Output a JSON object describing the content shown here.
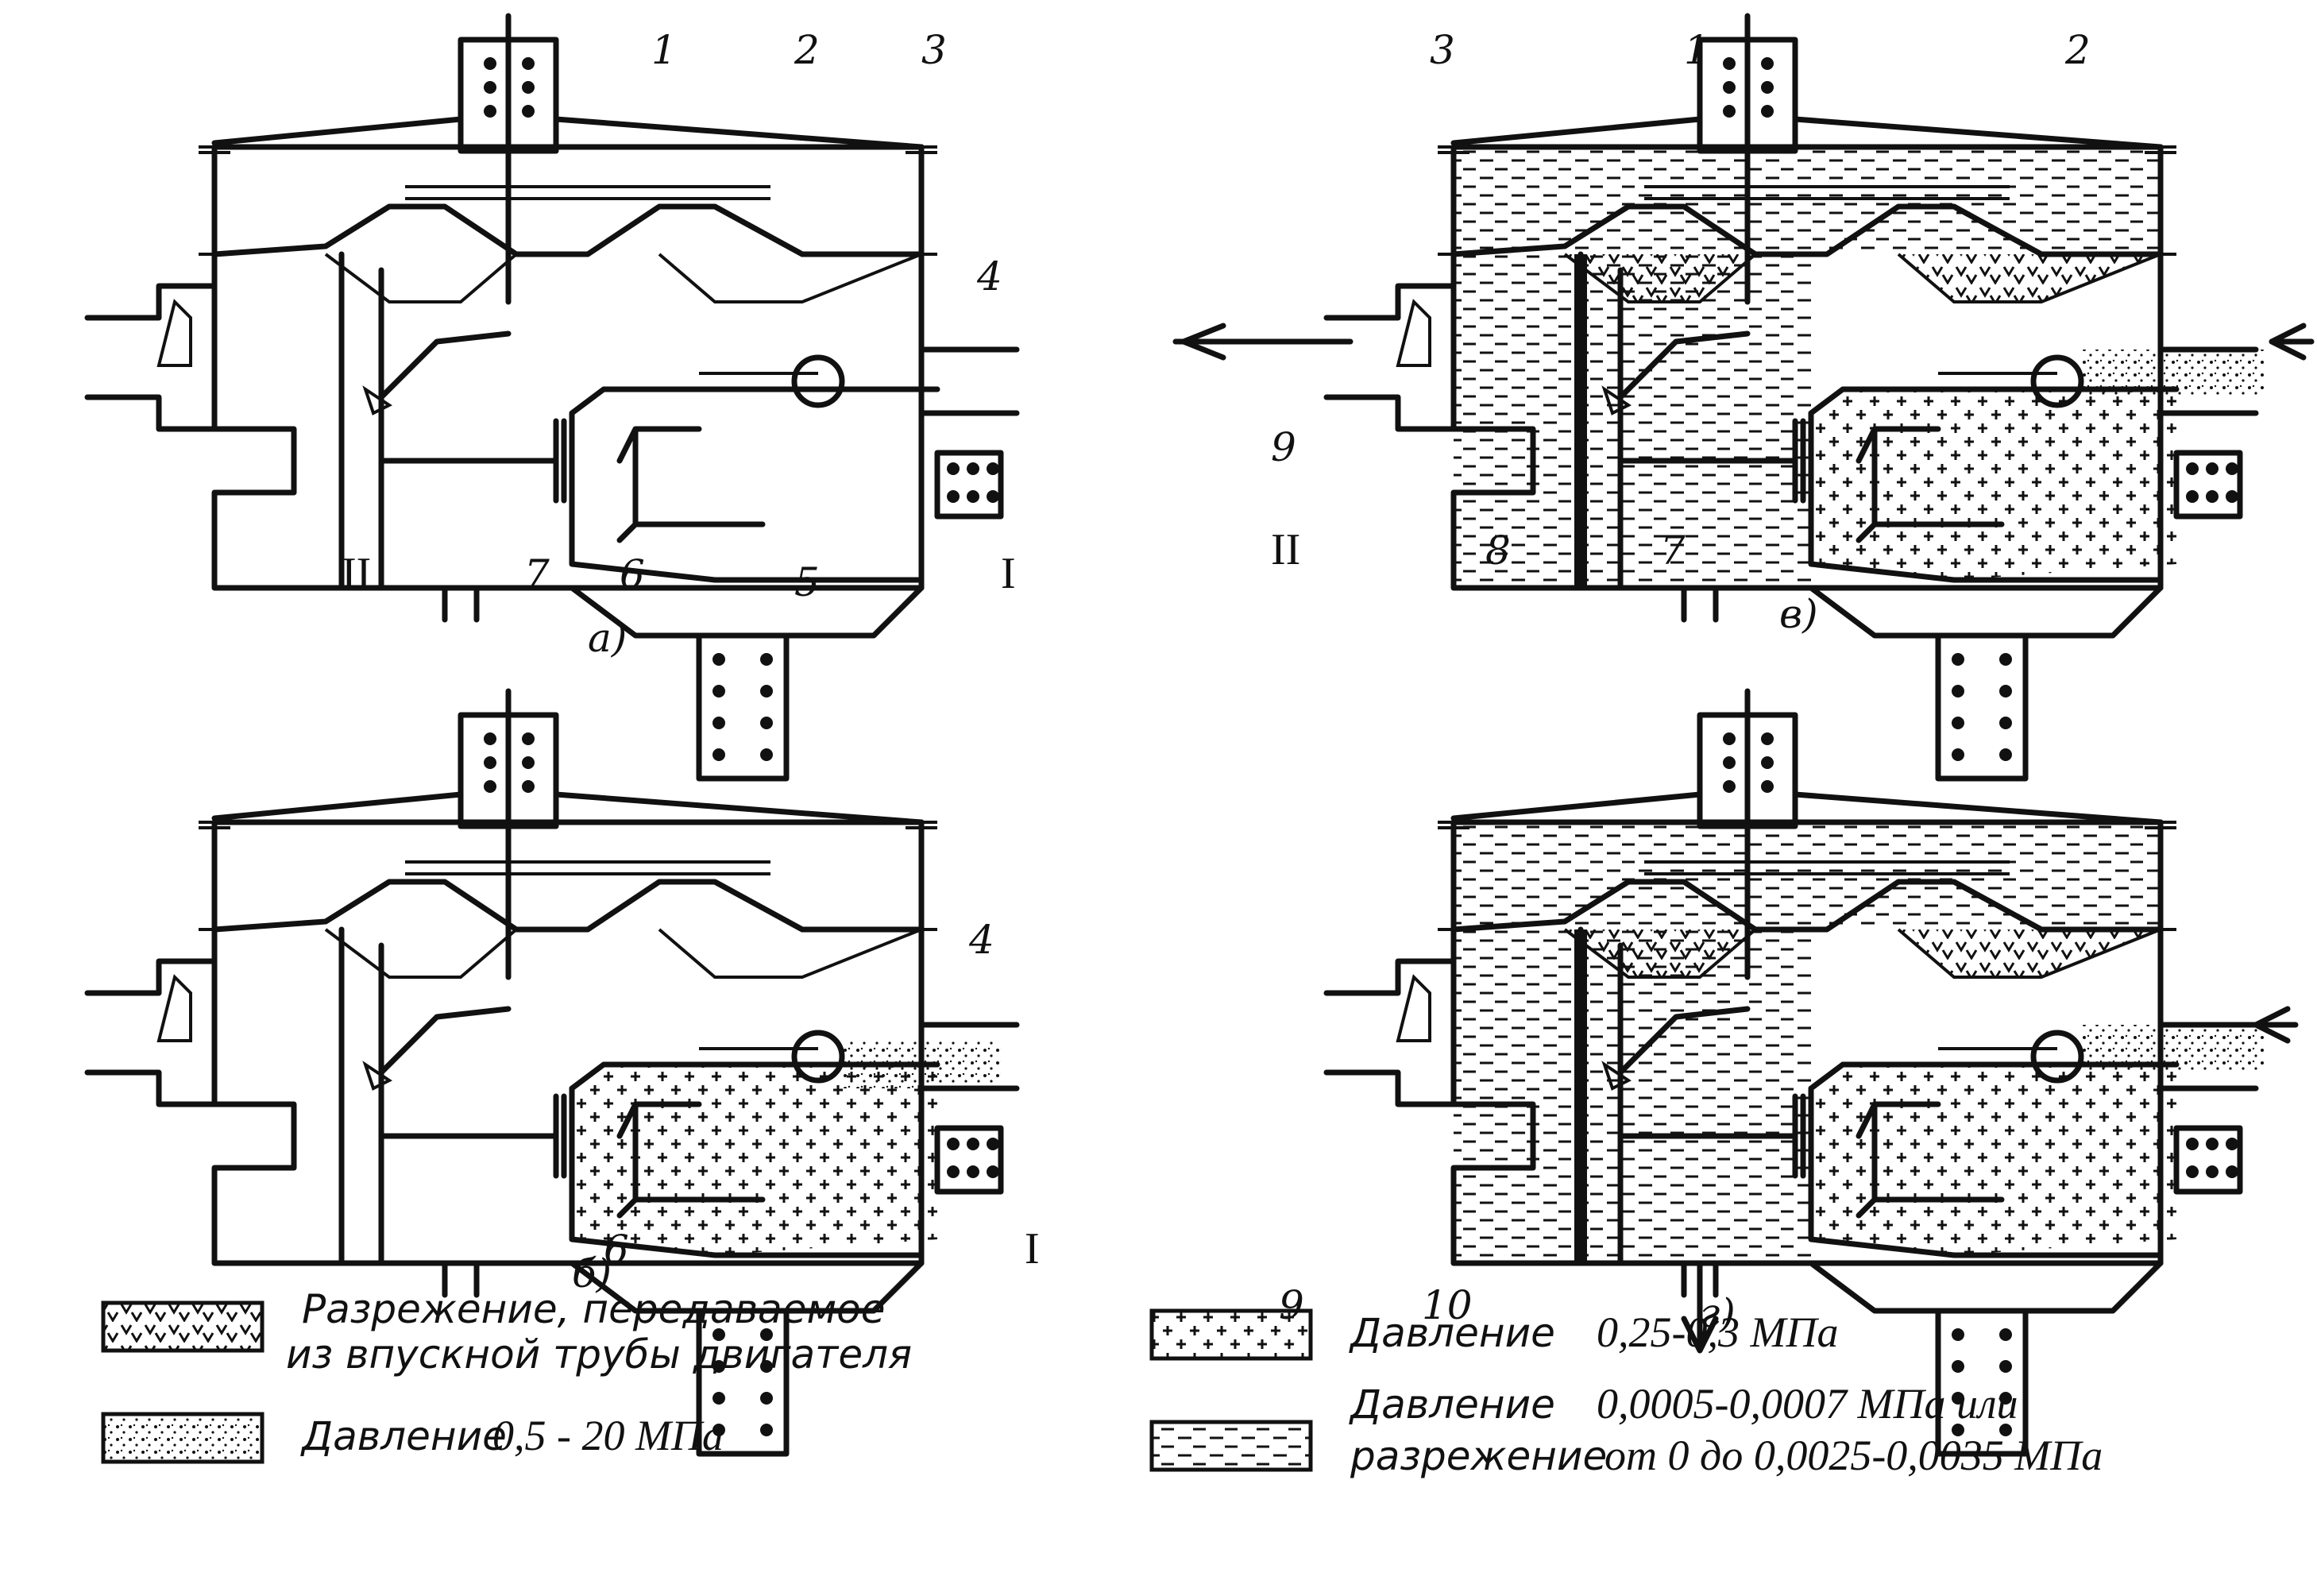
{
  "panels": [
    {
      "id": "a",
      "caption": "а)",
      "numbers": [
        "1",
        "2",
        "3",
        "4",
        "5",
        "6",
        "7"
      ],
      "roman": [
        "I",
        "II"
      ]
    },
    {
      "id": "b",
      "caption": "б)",
      "numbers": [
        "4",
        "6"
      ],
      "roman": [
        "I"
      ]
    },
    {
      "id": "v",
      "caption": "в)",
      "numbers": [
        "1",
        "2",
        "3",
        "7",
        "8",
        "9"
      ],
      "roman": [
        "II"
      ]
    },
    {
      "id": "g",
      "caption": "г)",
      "numbers": [
        "9",
        "10"
      ],
      "roman": []
    }
  ],
  "legend": [
    {
      "pattern": "vacuum-intake",
      "line1": "Разрежение, передаваемое",
      "line2": "из впускной трубы двигателя"
    },
    {
      "pattern": "dots",
      "line1": "Давление",
      "value": "0,5 - 20 МПа"
    },
    {
      "pattern": "crosses",
      "line1": "Давление",
      "value": "0,25-0,3 МПа"
    },
    {
      "pattern": "dashes",
      "line1": "Давление",
      "value": "0,0005-0,0007 МПа или",
      "line2a": "разрежение",
      "line2b": "от 0 до 0,0025-0,0035 МПа"
    }
  ],
  "colors": {
    "ink": "#111111",
    "paper": "#ffffff"
  }
}
